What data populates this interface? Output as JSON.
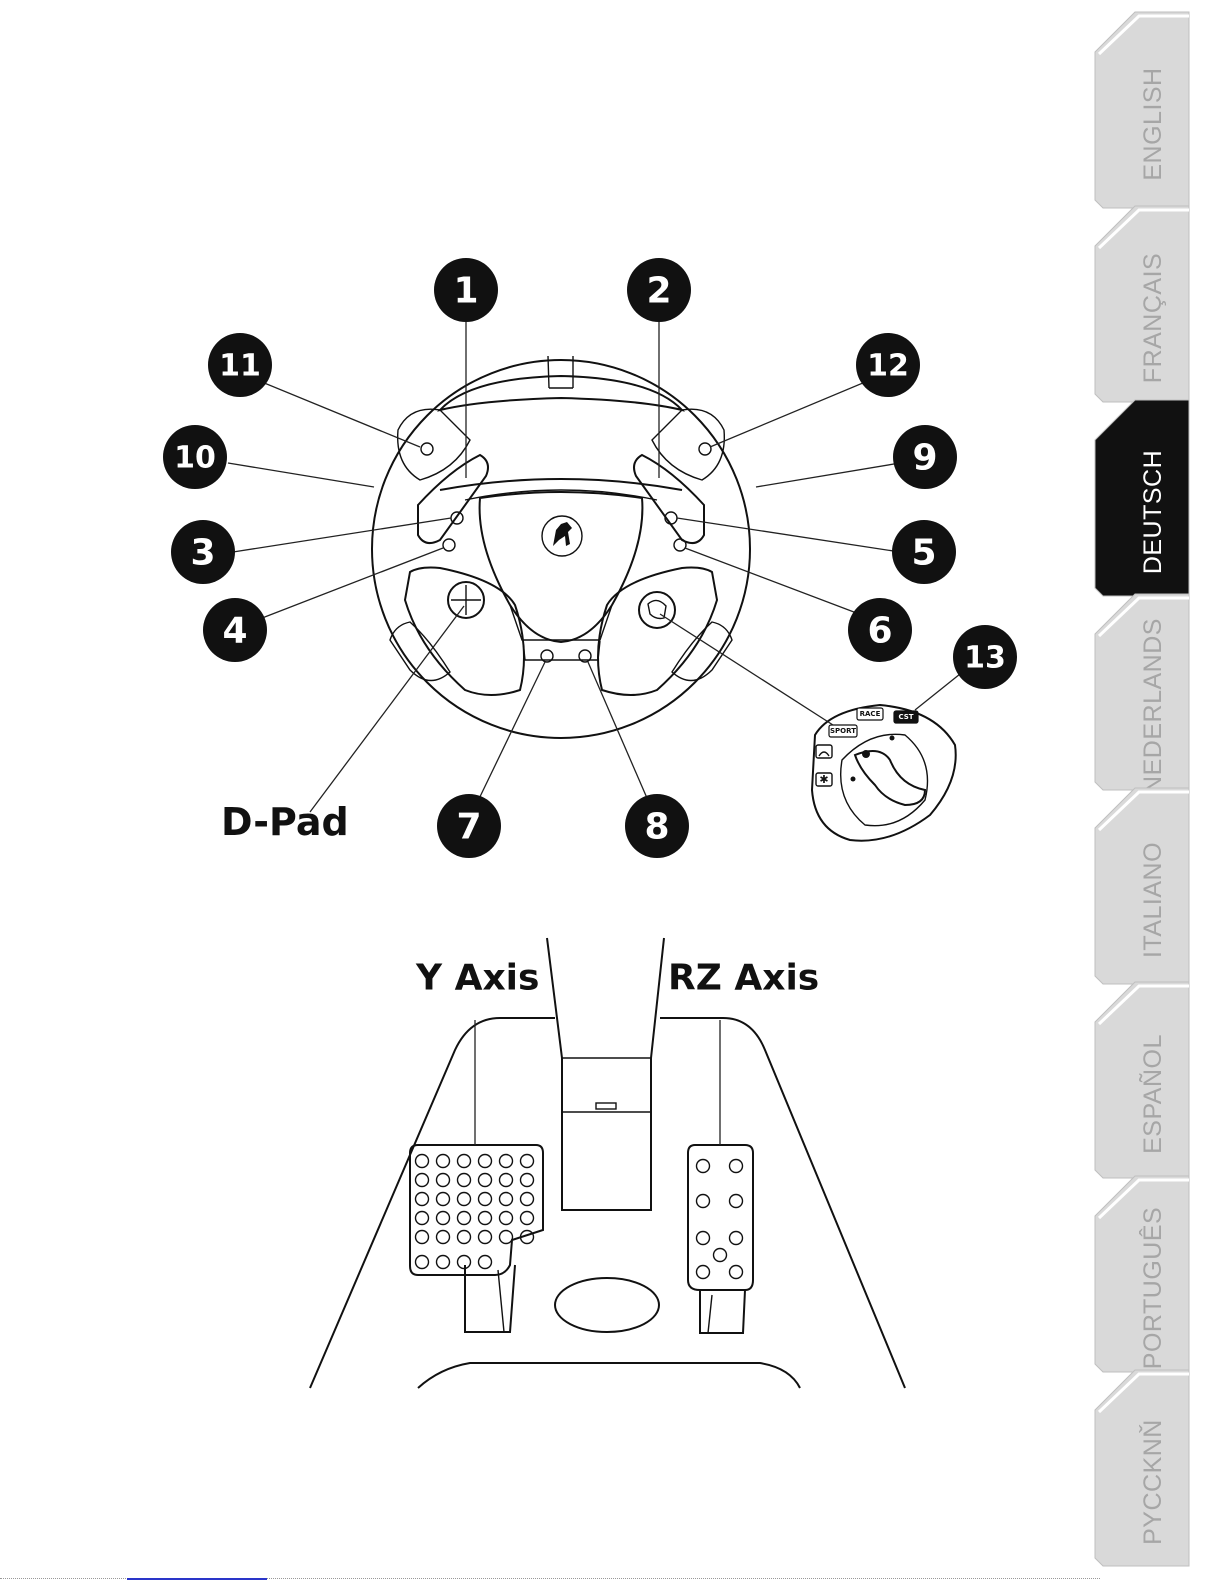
{
  "language_tabs": [
    {
      "label": "ENGLISH",
      "active": false
    },
    {
      "label": "FRANÇAIS",
      "active": false
    },
    {
      "label": "DEUTSCH",
      "active": true
    },
    {
      "label": "NEDERLANDS",
      "active": false
    },
    {
      "label": "ITALIANO",
      "active": false
    },
    {
      "label": "ESPAÑOL",
      "active": false
    },
    {
      "label": "PORTUGUÊS",
      "active": false
    },
    {
      "label": "PYCCKNŇ",
      "active": false
    }
  ],
  "wheel": {
    "callouts": [
      "1",
      "2",
      "3",
      "4",
      "5",
      "6",
      "7",
      "8",
      "9",
      "10",
      "11",
      "12",
      "13"
    ],
    "dpad_label": "D-Pad",
    "mode_labels": [
      "SPORT",
      "RACE",
      "CST"
    ]
  },
  "pedals": {
    "y_axis_label": "Y Axis",
    "rz_axis_label": "RZ Axis"
  },
  "colors": {
    "ink": "#111111",
    "tab_inactive_fill": "#d9d9d9",
    "tab_active_fill": "#111111",
    "tab_inactive_text": "#a6a6a6",
    "tab_active_text": "#ffffff"
  }
}
